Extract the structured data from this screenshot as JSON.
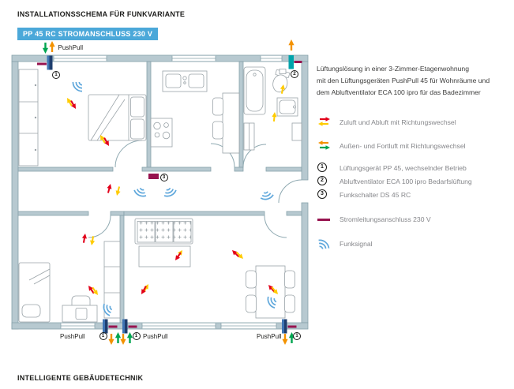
{
  "page": {
    "title": "INSTALLATIONSSCHEMA FÜR FUNKVARIANTE",
    "badge": "PP 45 RC STROMANSCHLUSS 230 V",
    "footer": "INTELLIGENTE GEBÄUDETECHNIK"
  },
  "plan": {
    "pushpull_label": "PushPull",
    "markers": {
      "unit": "1",
      "fan": "2",
      "switch": "3"
    }
  },
  "sidebar": {
    "intro_lines": [
      "Lüftungslösung in einer 3-Zimmer-Etagenwohnung",
      "mit den Lüftungsgeräten PushPull 45 für Wohnräume und",
      "dem Abluftventilator ECA 100 ipro für das Badezimmer"
    ],
    "flow_legend": [
      {
        "icon": "supply-exhaust-arrows-icon",
        "label": "Zuluft und Abluft mit Richtungswechsel"
      },
      {
        "icon": "outdoor-exhaust-arrows-icon",
        "label": "Außen- und Fortluft mit Richtungswechsel"
      }
    ],
    "numbered_legend": [
      {
        "num": "1",
        "label": "Lüftungsgerät PP 45, wechselnder Betrieb"
      },
      {
        "num": "2",
        "label": "Abluftventilator ECA 100 ipro Bedarfslüftung"
      },
      {
        "num": "3",
        "label": "Funkschalter DS 45 RC"
      }
    ],
    "power_legend": "Stromleitungsanschluss 230 V",
    "radio_legend": "Funksignal"
  },
  "colors": {
    "accent_blue": "#4BA8D9",
    "wall_fill": "#B7C9D0",
    "wall_stroke": "#87A2AB",
    "furniture_stroke": "#9AA3A8",
    "door_arc": "#8FA9B1",
    "supply_red": "#E2001A",
    "exhaust_yellow": "#FFCB00",
    "outdoor_orange": "#F39200",
    "fortluft_green": "#00A550",
    "power_magenta": "#97134F",
    "radio_blue": "#60A8DC",
    "device_navy": "#1E3E6E",
    "device_teal": "#00A3AB",
    "text_dark": "#3C3C3B",
    "text_gray": "#85868A"
  }
}
